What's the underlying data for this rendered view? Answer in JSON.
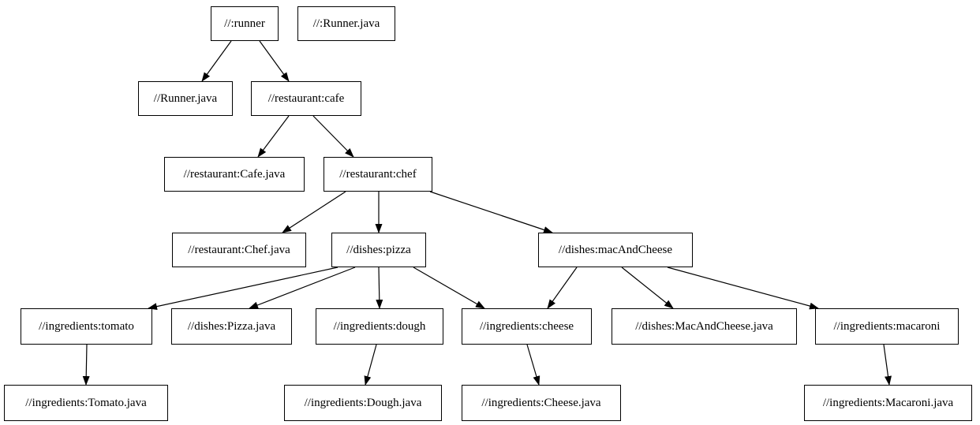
{
  "diagram": {
    "type": "dependency-graph",
    "background_color": "#ffffff",
    "node_fill_color": "#ffffff",
    "node_border_color": "#000000",
    "text_color": "#000000",
    "edge_color": "#000000",
    "nodes": [
      {
        "id": "runner",
        "label": "//:runner"
      },
      {
        "id": "runner-java-top",
        "label": "//:Runner.java"
      },
      {
        "id": "runner-java",
        "label": "//Runner.java"
      },
      {
        "id": "cafe",
        "label": "//restaurant:cafe"
      },
      {
        "id": "cafe-java",
        "label": "//restaurant:Cafe.java"
      },
      {
        "id": "chef",
        "label": "//restaurant:chef"
      },
      {
        "id": "chef-java",
        "label": "//restaurant:Chef.java"
      },
      {
        "id": "pizza",
        "label": "//dishes:pizza"
      },
      {
        "id": "mac-and-cheese",
        "label": "//dishes:macAndCheese"
      },
      {
        "id": "tomato",
        "label": "//ingredients:tomato"
      },
      {
        "id": "pizza-java",
        "label": "//dishes:Pizza.java"
      },
      {
        "id": "dough",
        "label": "//ingredients:dough"
      },
      {
        "id": "cheese",
        "label": "//ingredients:cheese"
      },
      {
        "id": "mac-and-cheese-java",
        "label": "//dishes:MacAndCheese.java"
      },
      {
        "id": "macaroni",
        "label": "//ingredients:macaroni"
      },
      {
        "id": "tomato-java",
        "label": "//ingredients:Tomato.java"
      },
      {
        "id": "dough-java",
        "label": "//ingredients:Dough.java"
      },
      {
        "id": "cheese-java",
        "label": "//ingredients:Cheese.java"
      },
      {
        "id": "macaroni-java",
        "label": "//ingredients:Macaroni.java"
      }
    ],
    "edges": [
      {
        "from": "runner",
        "to": "runner-java"
      },
      {
        "from": "runner",
        "to": "cafe"
      },
      {
        "from": "cafe",
        "to": "cafe-java"
      },
      {
        "from": "cafe",
        "to": "chef"
      },
      {
        "from": "chef",
        "to": "chef-java"
      },
      {
        "from": "chef",
        "to": "pizza"
      },
      {
        "from": "chef",
        "to": "mac-and-cheese"
      },
      {
        "from": "pizza",
        "to": "tomato"
      },
      {
        "from": "pizza",
        "to": "pizza-java"
      },
      {
        "from": "pizza",
        "to": "dough"
      },
      {
        "from": "pizza",
        "to": "cheese"
      },
      {
        "from": "mac-and-cheese",
        "to": "cheese"
      },
      {
        "from": "mac-and-cheese",
        "to": "mac-and-cheese-java"
      },
      {
        "from": "mac-and-cheese",
        "to": "macaroni"
      },
      {
        "from": "tomato",
        "to": "tomato-java"
      },
      {
        "from": "dough",
        "to": "dough-java"
      },
      {
        "from": "cheese",
        "to": "cheese-java"
      },
      {
        "from": "macaroni",
        "to": "macaroni-java"
      }
    ]
  }
}
